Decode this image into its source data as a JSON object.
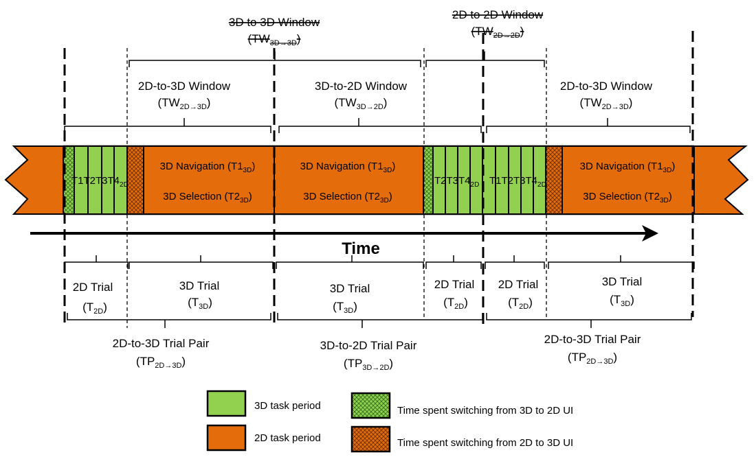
{
  "colors": {
    "orange": "#E46C0A",
    "green": "#92D050",
    "ink": "#000000"
  },
  "top_windows": {
    "w3d3d": {
      "line1": "3D to 3D Window",
      "sym": "(TW",
      "sub": "3D→3D",
      "close": ")"
    },
    "w2d2d": {
      "line1": "2D to 2D Window",
      "sym": "(TW",
      "sub": "2D→2D",
      "close": ")"
    }
  },
  "windows": [
    {
      "line1": "2D-to-3D Window",
      "sym": "(TW",
      "sub": "2D→3D",
      "close": ")"
    },
    {
      "line1": "3D-to-2D Window",
      "sym": "(TW",
      "sub": "3D→2D",
      "close": ")"
    },
    {
      "line1": "2D-to-3D Window",
      "sym": "(TW",
      "sub": "2D→3D",
      "close": ")"
    }
  ],
  "blocks": [
    {
      "nav": "3D Navigation (T1",
      "sel": "3D Selection (T2",
      "sub": "3D",
      "close": ")"
    },
    {
      "nav": "3D Navigation (T1",
      "sel": "3D Selection (T2",
      "sub": "3D",
      "close": ")"
    },
    {
      "nav": "3D Navigation (T1",
      "sel": "3D Selection (T2",
      "sub": "3D",
      "close": ")"
    }
  ],
  "stripe_labels": [
    {
      "text": "T1T2T3T4",
      "sub": "2D"
    },
    {
      "text": "T2T3T4",
      "sub": "2D"
    },
    {
      "text": "T1T2T3T4",
      "sub": "2D"
    }
  ],
  "time_label": "Time",
  "trials": [
    {
      "line1": "2D Trial",
      "sym": "(T",
      "sub": "2D",
      "close": ")"
    },
    {
      "line1": "3D Trial",
      "sym": "(T",
      "sub": "3D",
      "close": ")"
    },
    {
      "line1": "3D Trial",
      "sym": "(T",
      "sub": "3D",
      "close": ")"
    },
    {
      "line1": "2D Trial",
      "sym": "(T",
      "sub": "2D",
      "close": ")"
    },
    {
      "line1": "2D Trial",
      "sym": "(T",
      "sub": "2D",
      "close": ")"
    },
    {
      "line1": "3D Trial",
      "sym": "(T",
      "sub": "3D",
      "close": ")"
    }
  ],
  "pairs": [
    {
      "line1": "2D-to-3D Trial  Pair",
      "sym": "(TP",
      "sub": "2D→3D",
      "close": ")"
    },
    {
      "line1": "3D-to-2D Trial  Pair",
      "sym": "(TP",
      "sub": "3D→2D",
      "close": ")"
    },
    {
      "line1": "2D-to-3D Trial  Pair",
      "sym": "(TP",
      "sub": "2D→3D",
      "close": ")"
    }
  ],
  "legend": [
    {
      "label": "3D task period",
      "swatch": "green-solid"
    },
    {
      "label": "2D task period",
      "swatch": "orange-solid"
    },
    {
      "label": "Time spent switching from 3D to 2D UI",
      "swatch": "green-hatched"
    },
    {
      "label": "Time spent switching from 2D to 3D UI",
      "swatch": "orange-hatched"
    }
  ]
}
